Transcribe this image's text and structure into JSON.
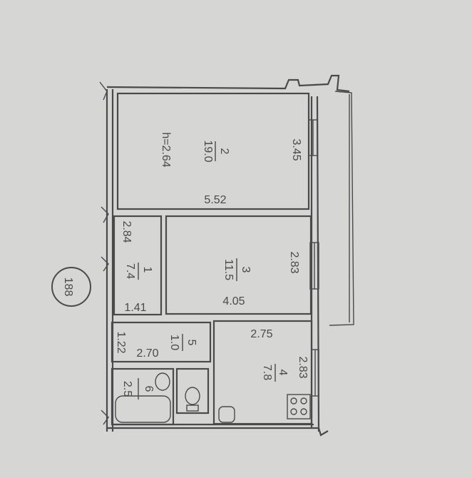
{
  "plan_number": "188",
  "ceiling_height": "h=2.64",
  "rooms": [
    {
      "number": "1",
      "area": "7.4",
      "dims": [
        "2.84",
        "1.41"
      ]
    },
    {
      "number": "2",
      "area": "19.0",
      "dims": [
        "3.45",
        "5.52"
      ]
    },
    {
      "number": "3",
      "area": "11.5",
      "dims": [
        "2.83",
        "4.05"
      ]
    },
    {
      "number": "4",
      "area": "7.8",
      "dims": [
        "2.75",
        "2.83"
      ]
    },
    {
      "number": "5",
      "area": "1.0",
      "dims": [
        "1.22",
        "2.70"
      ]
    },
    {
      "number": "6",
      "area": "2.5",
      "dims": []
    }
  ],
  "colors": {
    "paper": "#d6d6d4",
    "ink": "#4a4a4c"
  }
}
